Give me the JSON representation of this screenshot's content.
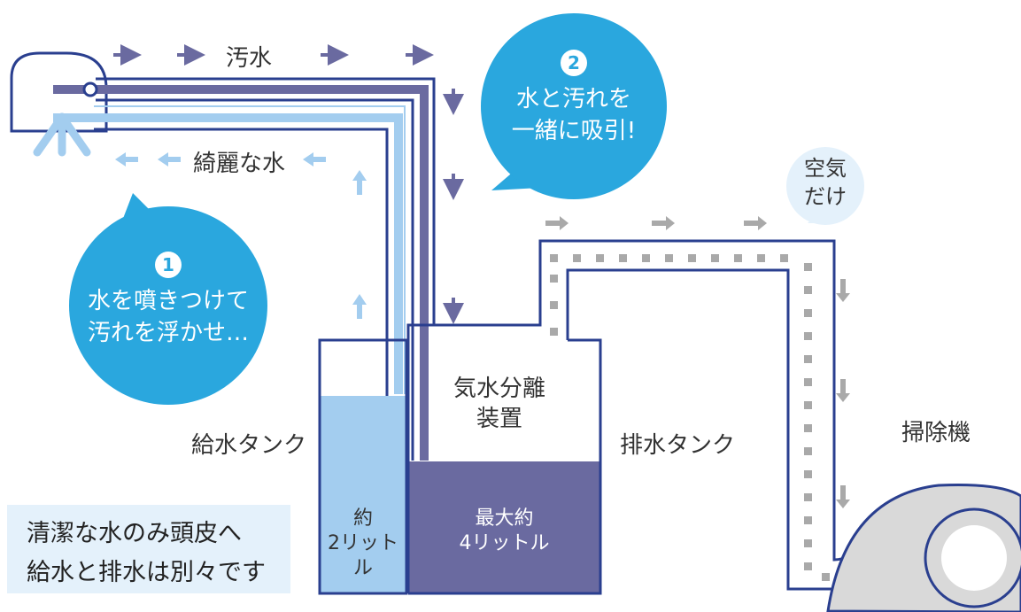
{
  "flow_labels": {
    "dirty_water": "汚水",
    "clean_water": "綺麗な水"
  },
  "bubble1": {
    "number": "1",
    "line1": "水を噴きつけて",
    "line2": "汚れを浮かせ…"
  },
  "bubble2": {
    "number": "2",
    "line1": "水と汚れを",
    "line2": "一緒に吸引!"
  },
  "bubble_air": {
    "line1": "空気",
    "line2": "だけ"
  },
  "components": {
    "supply_tank": "給水タンク",
    "separator_line1": "気水分離",
    "separator_line2": "装置",
    "drain_tank": "排水タンク",
    "vacuum": "掃除機"
  },
  "tank_volumes": {
    "supply_line1": "約",
    "supply_line2": "2リットル",
    "drain_line1": "最大約",
    "drain_line2": "4リットル"
  },
  "note": {
    "line1": "清潔な水のみ頭皮へ",
    "line2": "給水と排水は別々です"
  },
  "colors": {
    "blue_bubble": "#2aa7de",
    "light_blue_water": "#a3cdef",
    "purple": "#6a6aa0",
    "navy": "#2a3f8f",
    "gray": "#a9a9a9",
    "note_bg": "#e4f1fb"
  },
  "icons": [
    "arrow-right-icon",
    "arrow-left-icon",
    "arrow-down-icon",
    "arrow-up-icon",
    "nozzle-head-icon",
    "vacuum-cleaner-icon"
  ]
}
